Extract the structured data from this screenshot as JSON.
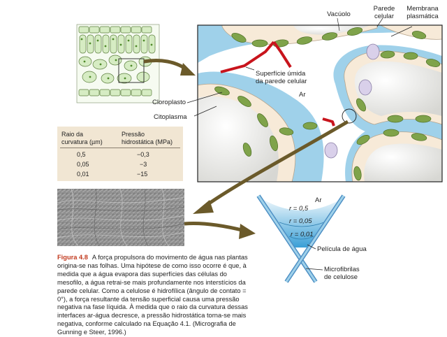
{
  "labels": {
    "vacuole": "Vacúolo",
    "cell_wall": "Parede\ncelular",
    "plasma_membrane": "Membrana\nplasmática",
    "wet_surface": "Superfície úmida\nda parede celular",
    "air_top": "Ar",
    "chloroplast": "Cloroplasto",
    "cytoplasm": "Citoplasma",
    "air_funnel": "Ar",
    "r1": "r = 0,5",
    "r2": "r = 0,05",
    "r3": "r = 0,01",
    "water_film": "Película de água",
    "microfibrils": "Microfibrilas\nde celulose"
  },
  "table": {
    "col1_header": "Raio da\ncurvatura (µm)",
    "col2_header": "Pressão\nhidrostática (MPa)",
    "rows": [
      {
        "radius": "0,5",
        "pressure": "−0,3"
      },
      {
        "radius": "0,05",
        "pressure": "−3"
      },
      {
        "radius": "0,01",
        "pressure": "−15"
      }
    ]
  },
  "caption": {
    "figure": "Figura 4.8",
    "text": "A força propulsora do movimento de água nas plantas origina-se nas folhas. Uma hipótese de como isso ocorre é que, à medida que a água evapora das superfícies das células do mesofilo, a água retrai-se mais profundamente nos interstícios da parede celular. Como a celulose é hidrofílica (ângulo de contato = 0°), a força resultante da tensão superficial causa uma pressão negativa na fase líquida. À medida que o raio da curvatura dessas interfaces ar-água decresce, a pressão hidrostática torna-se mais negativa, conforme calculado na Equação 4.1. (Micrografia de Gunning e Steer, 1996.)"
  },
  "colors": {
    "water_blue": "#9fd1ea",
    "wall_cream": "#f7ead8",
    "chloroplast_green": "#7fa34a",
    "wet_red": "#c8141c",
    "arrow_olive": "#6b5a2a",
    "vacuole_fill": "#ebebe8",
    "caption_red": "#c23a1e"
  }
}
